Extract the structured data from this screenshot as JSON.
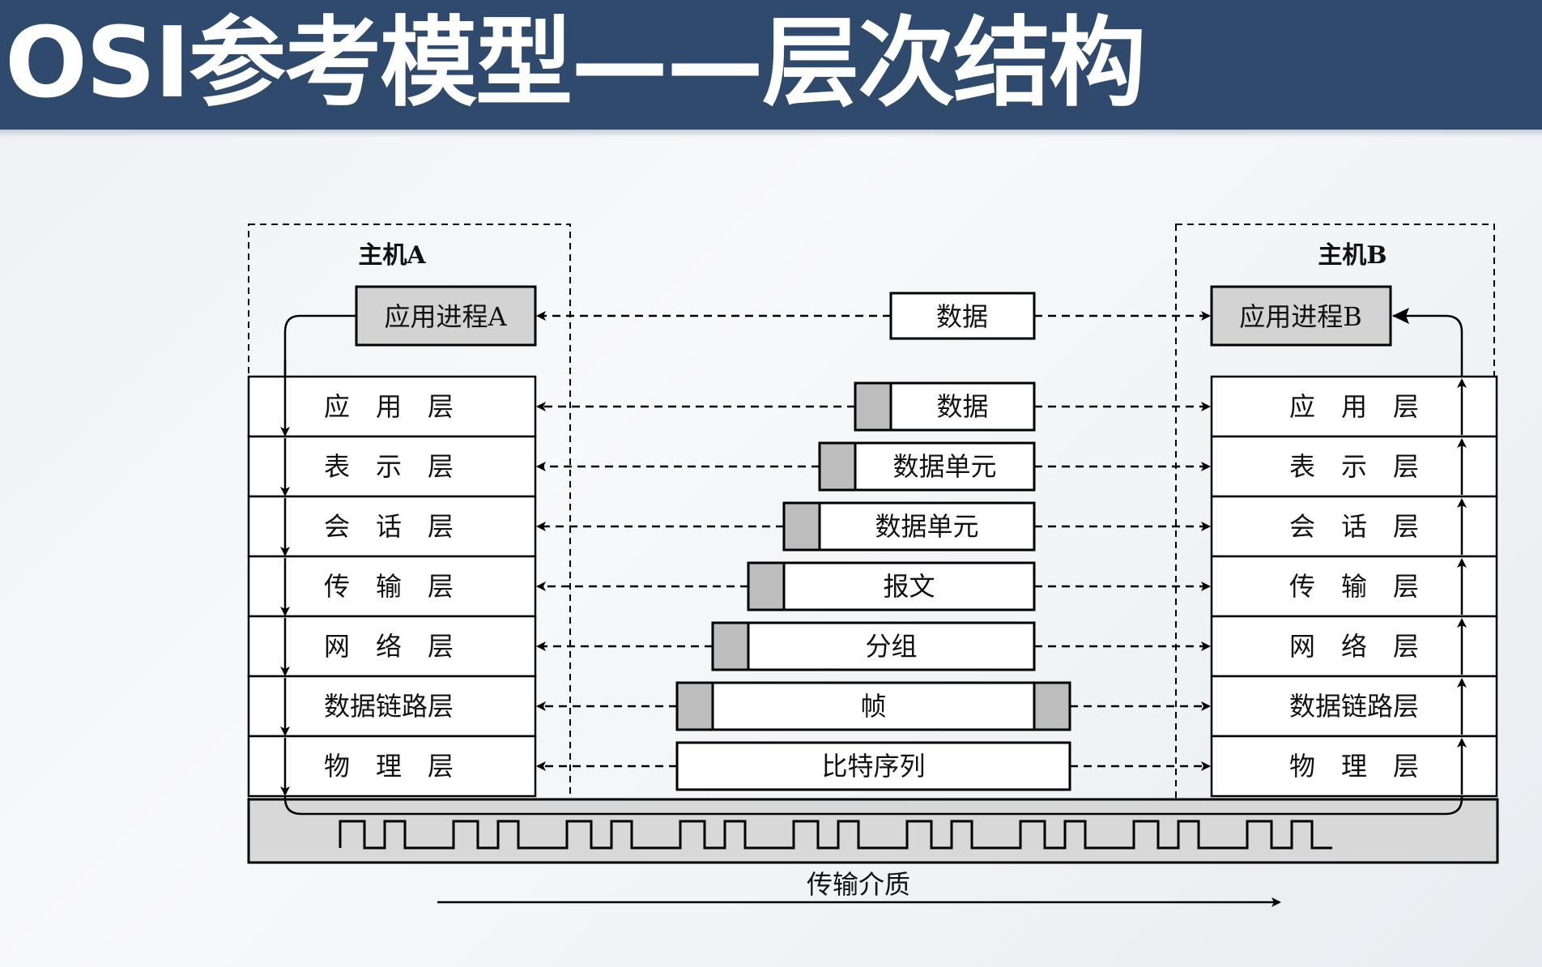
{
  "title": "OSI参考模型——层次结构",
  "host_a": {
    "label": "主机A",
    "process": "应用进程A"
  },
  "host_b": {
    "label": "主机B",
    "process": "应用进程B"
  },
  "top_unit": "数据",
  "layers": [
    "应　用　层",
    "表　示　层",
    "会　话　层",
    "传　输　层",
    "网　络　层",
    "数据链路层",
    "物　理　层"
  ],
  "units": [
    "数据",
    "数据单元",
    "数据单元",
    "报文",
    "分组",
    "帧",
    "比特序列"
  ],
  "medium_label": "传输介质",
  "colors": {
    "title_bg": "#2f4a6d",
    "header_box": "#d3d3d3",
    "medium_bg": "#d8d8d8"
  }
}
